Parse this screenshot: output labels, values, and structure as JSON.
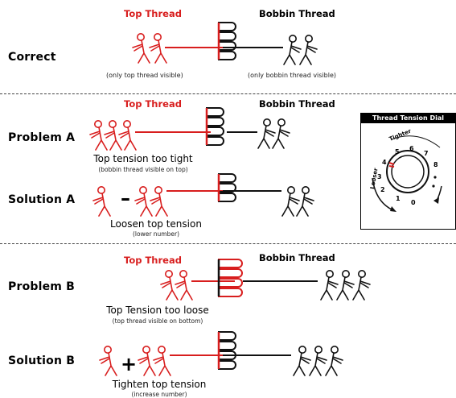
{
  "headers": {
    "top_thread": "Top Thread",
    "bobbin_thread": "Bobbin Thread"
  },
  "rows": {
    "correct": {
      "label": "Correct",
      "note_left": "(only top thread visible)",
      "note_right": "(only bobbin thread visible)"
    },
    "problem_a": {
      "label": "Problem A",
      "caption": "Top tension too tight",
      "subcaption": "(bobbin thread visible on top)"
    },
    "solution_a": {
      "label": "Solution A",
      "symbol": "–",
      "caption": "Loosen top tension",
      "subcaption": "(lower number)"
    },
    "problem_b": {
      "label": "Problem B",
      "caption": "Top Tension too loose",
      "subcaption": "(top thread visible on bottom)"
    },
    "solution_b": {
      "label": "Solution B",
      "symbol": "+",
      "caption": "Tighten top tension",
      "subcaption": "(increase number)"
    }
  },
  "dial": {
    "title": "Thread Tension Dial",
    "numbers": [
      "0",
      "1",
      "2",
      "3",
      "4",
      "5",
      "6",
      "7",
      "8"
    ],
    "looser": "Looser",
    "tighter": "Tighter"
  },
  "colors": {
    "top_thread": "#d81e1e",
    "bobbin_thread": "#111111"
  }
}
